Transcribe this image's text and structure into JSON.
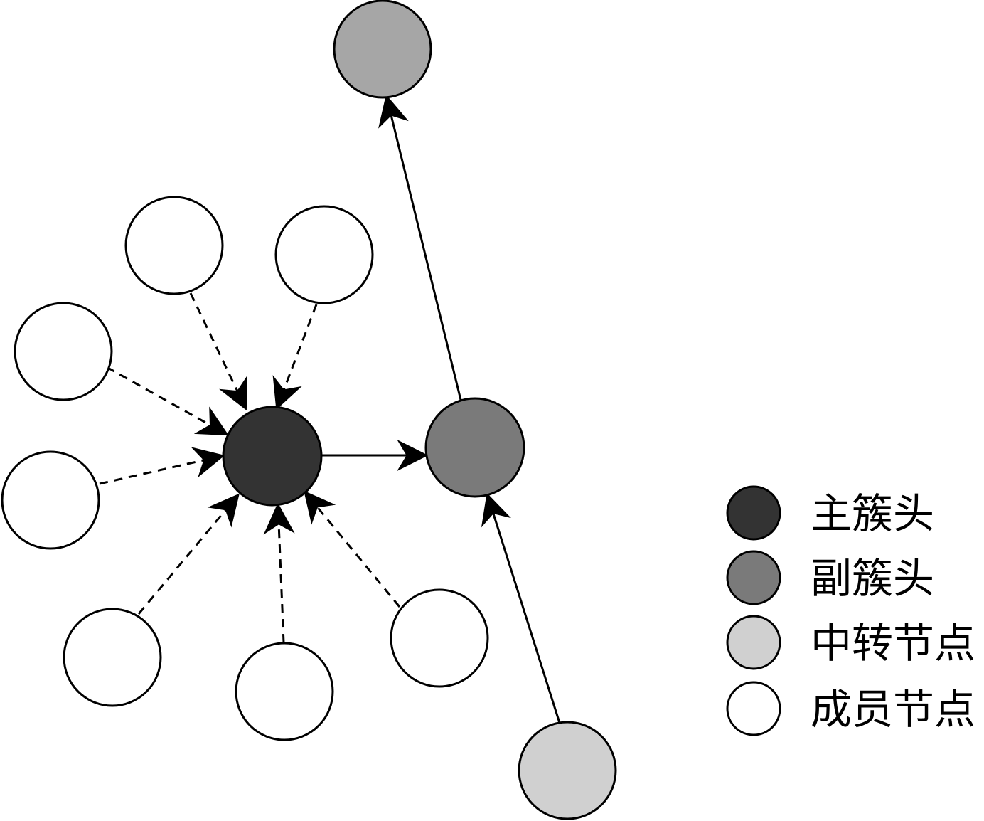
{
  "colors": {
    "primary_head": "#333333",
    "secondary_head": "#7a7a7a",
    "relay_node": "#d0d0d0",
    "relay_node_top": "#a6a6a6",
    "member_node": "#ffffff",
    "stroke": "#000000"
  },
  "legend": {
    "items": [
      {
        "label": "主簇头"
      },
      {
        "label": "副簇头"
      },
      {
        "label": "中转节点"
      },
      {
        "label": "成员节点"
      }
    ]
  }
}
